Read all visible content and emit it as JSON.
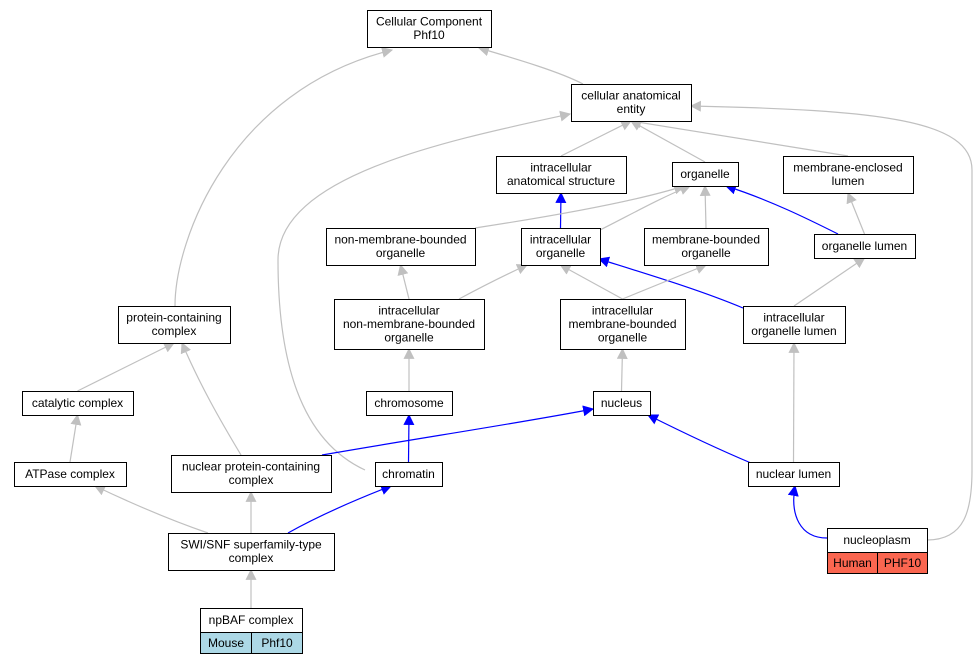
{
  "colors": {
    "gray_edge": "#c0c0c0",
    "blue_edge": "#0000ff",
    "human_tag": "#fa6650",
    "mouse_tag": "#acd8e6"
  },
  "nodes": [
    {
      "id": "root",
      "lines": [
        "Cellular Component",
        "Phf10"
      ]
    },
    {
      "id": "cae",
      "lines": [
        "cellular anatomical",
        "entity"
      ]
    },
    {
      "id": "ias",
      "lines": [
        "intracellular",
        "anatomical structure"
      ]
    },
    {
      "id": "organelle",
      "lines": [
        "organelle"
      ]
    },
    {
      "id": "mel",
      "lines": [
        "membrane-enclosed",
        "lumen"
      ]
    },
    {
      "id": "nmbo",
      "lines": [
        "non-membrane-bounded",
        "organelle"
      ]
    },
    {
      "id": "io",
      "lines": [
        "intracellular",
        "organelle"
      ]
    },
    {
      "id": "mbo",
      "lines": [
        "membrane-bounded",
        "organelle"
      ]
    },
    {
      "id": "ol",
      "lines": [
        "organelle lumen"
      ]
    },
    {
      "id": "pcc",
      "lines": [
        "protein-containing",
        "complex"
      ]
    },
    {
      "id": "inmbo",
      "lines": [
        "intracellular",
        "non-membrane-bounded",
        "organelle"
      ]
    },
    {
      "id": "imbo",
      "lines": [
        "intracellular",
        "membrane-bounded",
        "organelle"
      ]
    },
    {
      "id": "iol",
      "lines": [
        "intracellular",
        "organelle lumen"
      ]
    },
    {
      "id": "cc",
      "lines": [
        "catalytic complex"
      ]
    },
    {
      "id": "chromosome",
      "lines": [
        "chromosome"
      ]
    },
    {
      "id": "nucleus",
      "lines": [
        "nucleus"
      ]
    },
    {
      "id": "atpase",
      "lines": [
        "ATPase complex"
      ]
    },
    {
      "id": "npcc",
      "lines": [
        "nuclear protein-containing",
        "complex"
      ]
    },
    {
      "id": "chromatin",
      "lines": [
        "chromatin"
      ]
    },
    {
      "id": "nl",
      "lines": [
        "nuclear lumen"
      ]
    },
    {
      "id": "swisnf",
      "lines": [
        "SWI/SNF superfamily-type",
        "complex"
      ]
    },
    {
      "id": "nucleoplasm",
      "lines": [
        "nucleoplasm"
      ],
      "tags": [
        "Human",
        "PHF10"
      ],
      "tag_color": "human_tag"
    },
    {
      "id": "npbaf",
      "lines": [
        "npBAF complex"
      ],
      "tags": [
        "Mouse",
        "Phf10"
      ],
      "tag_color": "mouse_tag"
    }
  ],
  "edges": [
    {
      "from": "cae",
      "to": "root",
      "color": "gray"
    },
    {
      "from": "pcc",
      "to": "root",
      "color": "gray"
    },
    {
      "from": "ias",
      "to": "cae",
      "color": "gray"
    },
    {
      "from": "organelle",
      "to": "cae",
      "color": "gray"
    },
    {
      "from": "mel",
      "to": "cae",
      "color": "gray"
    },
    {
      "from": "chromatin",
      "to": "cae",
      "color": "gray"
    },
    {
      "from": "nucleoplasm",
      "to": "cae",
      "color": "gray"
    },
    {
      "from": "io",
      "to": "ias",
      "color": "blue"
    },
    {
      "from": "nmbo",
      "to": "organelle",
      "color": "gray"
    },
    {
      "from": "io",
      "to": "organelle",
      "color": "gray"
    },
    {
      "from": "mbo",
      "to": "organelle",
      "color": "gray"
    },
    {
      "from": "ol",
      "to": "organelle",
      "color": "blue"
    },
    {
      "from": "ol",
      "to": "mel",
      "color": "gray"
    },
    {
      "from": "inmbo",
      "to": "nmbo",
      "color": "gray"
    },
    {
      "from": "inmbo",
      "to": "io",
      "color": "gray"
    },
    {
      "from": "imbo",
      "to": "io",
      "color": "gray"
    },
    {
      "from": "iol",
      "to": "io",
      "color": "blue"
    },
    {
      "from": "imbo",
      "to": "mbo",
      "color": "gray"
    },
    {
      "from": "iol",
      "to": "ol",
      "color": "gray"
    },
    {
      "from": "cc",
      "to": "pcc",
      "color": "gray"
    },
    {
      "from": "npcc",
      "to": "pcc",
      "color": "gray"
    },
    {
      "from": "chromosome",
      "to": "inmbo",
      "color": "gray"
    },
    {
      "from": "nucleus",
      "to": "imbo",
      "color": "gray"
    },
    {
      "from": "nl",
      "to": "iol",
      "color": "gray"
    },
    {
      "from": "atpase",
      "to": "cc",
      "color": "gray"
    },
    {
      "from": "chromatin",
      "to": "chromosome",
      "color": "blue"
    },
    {
      "from": "npcc",
      "to": "nucleus",
      "color": "blue"
    },
    {
      "from": "nl",
      "to": "nucleus",
      "color": "blue"
    },
    {
      "from": "swisnf",
      "to": "atpase",
      "color": "gray"
    },
    {
      "from": "swisnf",
      "to": "npcc",
      "color": "gray"
    },
    {
      "from": "swisnf",
      "to": "chromatin",
      "color": "blue"
    },
    {
      "from": "nucleoplasm",
      "to": "nl",
      "color": "blue"
    },
    {
      "from": "npbaf",
      "to": "swisnf",
      "color": "gray"
    }
  ]
}
